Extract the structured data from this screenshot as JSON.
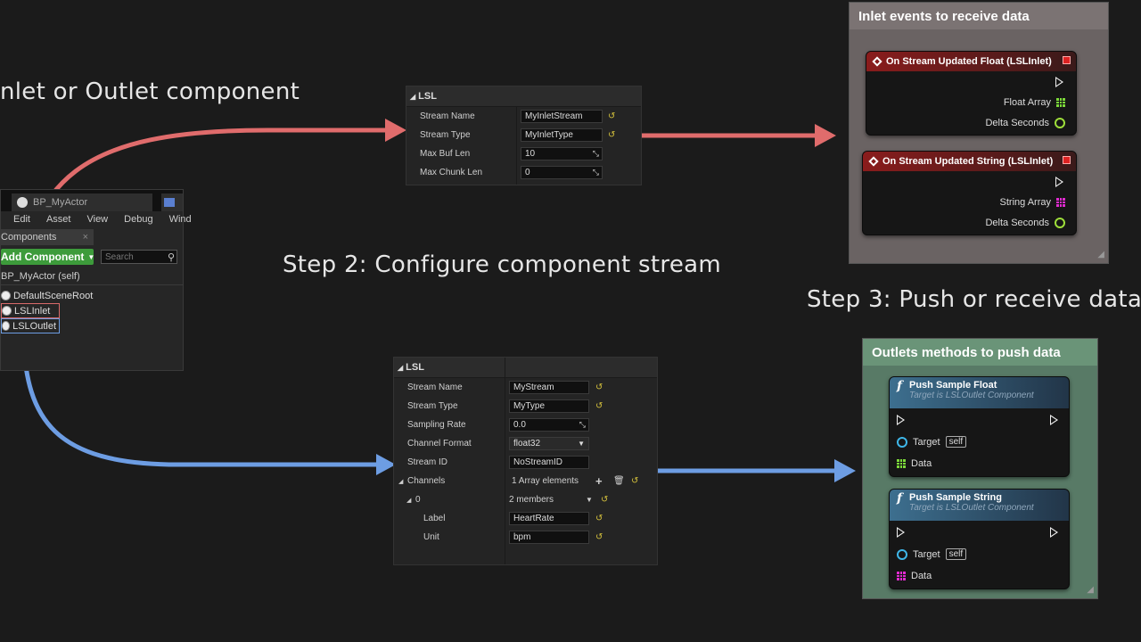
{
  "headings": {
    "step1": "nlet or Outlet component",
    "step2": "Step 2: Configure component stream",
    "step3": "Step 3: Push or receive data"
  },
  "blueprint": {
    "tab_label": "BP_MyActor",
    "menu": [
      "Edit",
      "Asset",
      "View",
      "Debug",
      "Wind"
    ],
    "components_tab": "Components",
    "add_component": "Add Component",
    "search_placeholder": "Search",
    "self_label": "BP_MyActor (self)",
    "tree": [
      "DefaultSceneRoot",
      "LSLInlet",
      "LSLOutlet"
    ]
  },
  "inlet_details": {
    "header": "LSL",
    "rows": [
      {
        "label": "Stream Name",
        "value": "MyInletStream"
      },
      {
        "label": "Stream Type",
        "value": "MyInletType"
      },
      {
        "label": "Max Buf Len",
        "value": "10"
      },
      {
        "label": "Max Chunk Len",
        "value": "0"
      }
    ]
  },
  "outlet_details": {
    "header": "LSL",
    "rows": [
      {
        "label": "Stream Name",
        "value": "MyStream"
      },
      {
        "label": "Stream Type",
        "value": "MyType"
      },
      {
        "label": "Sampling Rate",
        "value": "0.0"
      },
      {
        "label": "Channel Format",
        "value": "float32"
      },
      {
        "label": "Stream ID",
        "value": "NoStreamID"
      },
      {
        "label": "Channels",
        "value": "1 Array elements"
      },
      {
        "label": "0",
        "value": "2 members"
      },
      {
        "label": "Label",
        "value": "HeartRate"
      },
      {
        "label": "Unit",
        "value": "bpm"
      }
    ]
  },
  "inlet_comment": {
    "title": "Inlet events to receive data",
    "nodes": [
      {
        "title": "On Stream Updated Float (LSLInlet)",
        "array_label": "Float Array",
        "delta_label": "Delta Seconds"
      },
      {
        "title": "On Stream Updated String (LSLInlet)",
        "array_label": "String Array",
        "delta_label": "Delta Seconds"
      }
    ]
  },
  "outlet_comment": {
    "title": "Outlets methods to push data",
    "nodes": [
      {
        "title": "Push Sample Float",
        "subtitle": "Target is LSLOutlet Component",
        "target_label": "Target",
        "self_label": "self",
        "data_label": "Data"
      },
      {
        "title": "Push Sample String",
        "subtitle": "Target is LSLOutlet Component",
        "target_label": "Target",
        "self_label": "self",
        "data_label": "Data"
      }
    ]
  },
  "colors": {
    "inlet_arrow": "#e06c6c",
    "outlet_arrow": "#6d9de3",
    "inlet_comment_bg": "#6a6363",
    "outlet_comment_bg": "#587a66"
  }
}
